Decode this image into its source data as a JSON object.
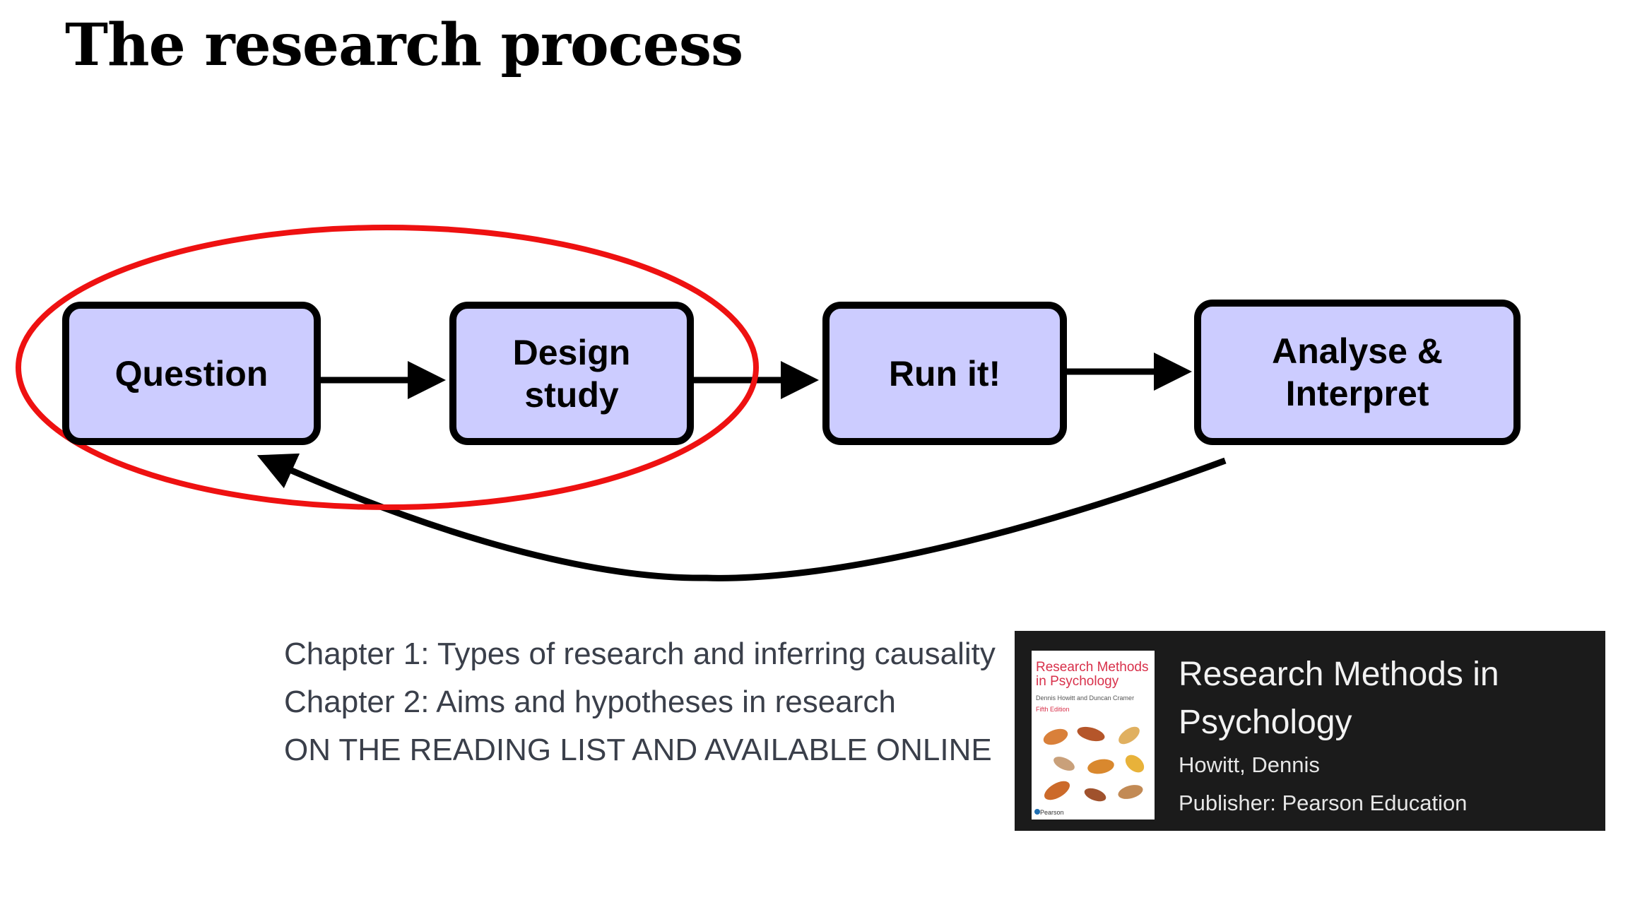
{
  "slide": {
    "title": "The research process"
  },
  "diagram": {
    "steps": [
      {
        "label": "Question"
      },
      {
        "label": "Design\nstudy"
      },
      {
        "label": "Run it!"
      },
      {
        "label": "Analyse &\nInterpret"
      }
    ],
    "box_fill": "#ccccff",
    "border_color": "#000000",
    "highlight_color": "#ee1111"
  },
  "reading": {
    "lines": [
      "Chapter 1: Types of research and inferring causality",
      "Chapter 2: Aims and hypotheses in research",
      "ON THE READING LIST AND AVAILABLE ONLINE"
    ]
  },
  "book": {
    "title": "Research Methods in Psychology",
    "author": "Howitt, Dennis",
    "publisher": "Publisher: Pearson Education",
    "cover": {
      "title": "Research Methods in Psychology",
      "authors": "Dennis Howitt and Duncan Cramer",
      "edition": "Fifth Edition",
      "publisher": "Pearson"
    }
  }
}
